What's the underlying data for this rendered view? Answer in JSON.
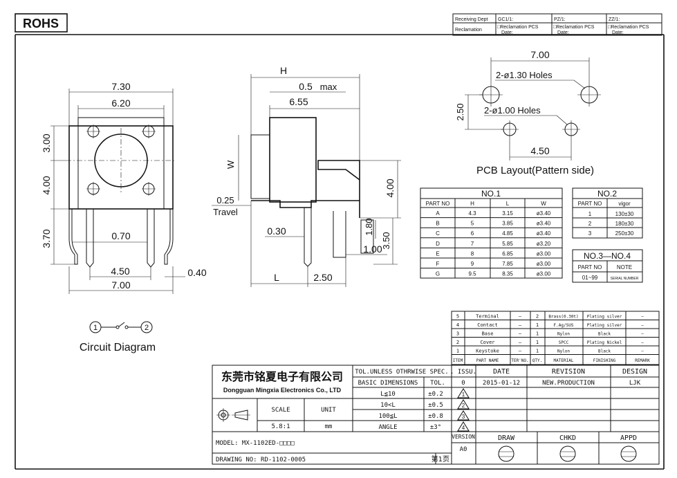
{
  "rohs": "ROHS",
  "receiving": {
    "row1": [
      "Receiving Dept",
      "GC1/1:",
      "PZ/1:",
      "ZZ/1:"
    ],
    "row2_label": "Reclamation",
    "cell": "□Reclamation  PCS",
    "date": "Date:"
  },
  "front_view": {
    "dims": [
      "7.30",
      "6.20",
      "3.00",
      "4.00",
      "3.70",
      "0.70",
      "4.50",
      "7.00",
      "0.40"
    ]
  },
  "side_view": {
    "dims": [
      "H",
      "0.5",
      "max",
      "6.55",
      "W",
      "0.25",
      "Travel",
      "4.00",
      "1.80",
      "3.50",
      "0.30",
      "1.00",
      "L",
      "2.50"
    ]
  },
  "pcb": {
    "dims": [
      "7.00",
      "2-ø1.30  Holes",
      "2.50",
      "2-ø1.00  Holes",
      "4.50"
    ],
    "caption": "PCB  Layout(Pattern  side)"
  },
  "circuit": {
    "caption": "Circuit  Diagram",
    "node1": "1",
    "node2": "2"
  },
  "table_no1": {
    "title": "NO.1",
    "headers": [
      "PART NO",
      "H",
      "L",
      "W"
    ],
    "rows": [
      [
        "A",
        "4.3",
        "3.15",
        "ø3.40"
      ],
      [
        "B",
        "5",
        "3.85",
        "ø3.40"
      ],
      [
        "C",
        "6",
        "4.85",
        "ø3.40"
      ],
      [
        "D",
        "7",
        "5.85",
        "ø3.20"
      ],
      [
        "E",
        "8",
        "6.85",
        "ø3.00"
      ],
      [
        "F",
        "9",
        "7.85",
        "ø3.00"
      ],
      [
        "G",
        "9.5",
        "8.35",
        "ø3.00"
      ]
    ]
  },
  "table_no2": {
    "title": "NO.2",
    "headers": [
      "PART NO",
      "vigor"
    ],
    "rows": [
      [
        "1",
        "130±30"
      ],
      [
        "2",
        "180±30"
      ],
      [
        "3",
        "250±30"
      ]
    ]
  },
  "table_no34": {
    "title": "NO.3—NO.4",
    "headers": [
      "PART NO",
      "NOTE"
    ],
    "rows": [
      [
        "01~99",
        "SERIAL NUMBER"
      ]
    ]
  },
  "bom": {
    "rows": [
      [
        "5",
        "Terminal",
        "—",
        "2",
        "Brass(0.30t)",
        "Plating silver",
        "—"
      ],
      [
        "4",
        "Contact",
        "—",
        "1",
        "F.Ag/SUS",
        "Plating silver",
        "—"
      ],
      [
        "3",
        "Base",
        "—",
        "1",
        "Nylon",
        "Black",
        "—"
      ],
      [
        "2",
        "Cover",
        "—",
        "1",
        "SPCC",
        "Plating Nickel",
        "—"
      ],
      [
        "1",
        "Keystoke",
        "—",
        "1",
        "Nylon",
        "Black",
        "—"
      ]
    ],
    "headers": [
      "ITEM",
      "PART NAME",
      "TER'NO.",
      "QTY.",
      "MATERIAL",
      "FINISHING",
      "REMARK"
    ]
  },
  "title_block": {
    "company_cn": "东莞市铭夏电子有限公司",
    "company_en": "Dongguan Mingxia Electronics Co., LTD",
    "tol_spec": "TOL.UNLESS OTHRWISE SPEC.",
    "basic_dim": "BASIC DIMENSIONS",
    "tol": "TOL.",
    "tol_rows": [
      [
        "L≦10",
        "±0.2"
      ],
      [
        "10<L",
        "±0.5"
      ],
      [
        "100≦L",
        "±0.8"
      ],
      [
        "ANGLE",
        "±3°"
      ]
    ],
    "scale_label": "SCALE",
    "unit_label": "UNIT",
    "scale": "5.8:1",
    "unit": "mm",
    "issu": ". ISSU.",
    "date_h": "DATE",
    "revision_h": "REVISION",
    "design_h": "DESIGN",
    "rev0": {
      "issu": "0",
      "date": "2015-01-12",
      "revision": "NEW.PRODUCTION",
      "design": "LJK"
    },
    "triangles": [
      "1",
      "2",
      "3",
      "4"
    ],
    "model": "MODEL:  MX-1102ED-□□□□",
    "drawing_no": "DRAWING NO:  RD-1102-0005",
    "page": "第1页",
    "version_label": "VERSION",
    "version": "A0",
    "draw": "DRAW",
    "chkd": "CHKD",
    "appd": "APPD"
  }
}
